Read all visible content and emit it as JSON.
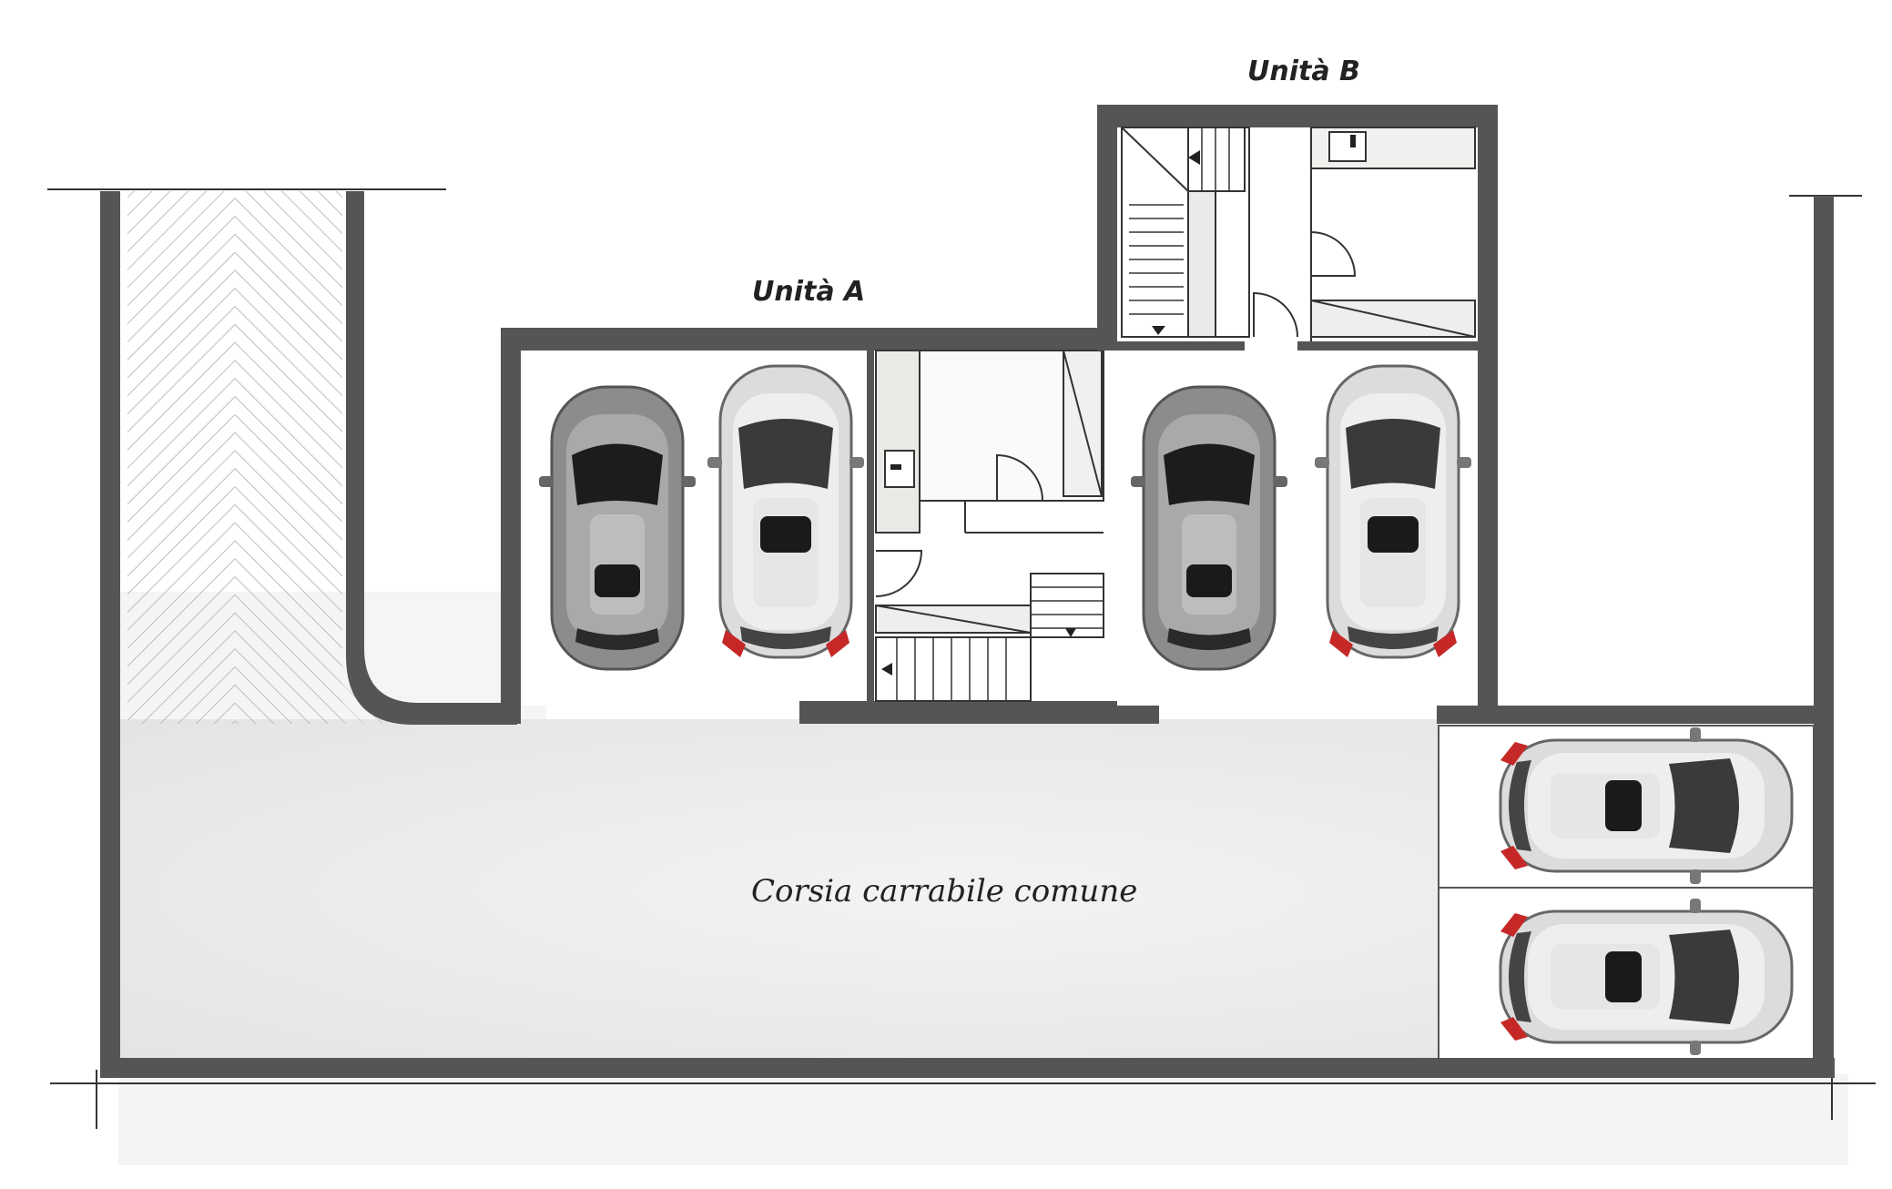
{
  "labels": {
    "unit_a": "Unità A",
    "unit_b": "Unità B",
    "common_lane": "Corsia carrabile comune"
  },
  "colors": {
    "wall": "#555555",
    "ground": "#ececec",
    "hatch": "#bdbdbd",
    "car_dark": "#8a8a8a",
    "car_light": "#d9d9d9",
    "taillight": "#c62828"
  },
  "icons": {
    "car": "car-topview-icon",
    "stairs": "stairs-icon",
    "door": "door-swing-icon",
    "sink": "sink-icon"
  }
}
